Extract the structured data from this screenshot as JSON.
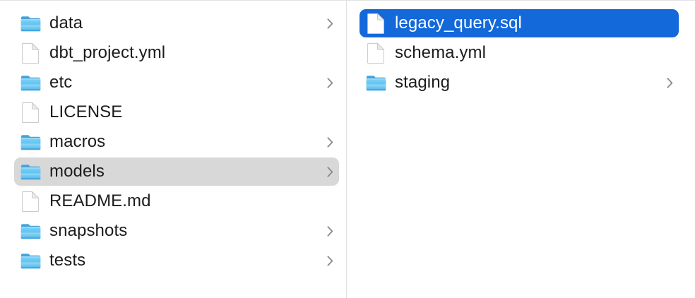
{
  "window": {
    "title": "Finder Column View",
    "view_mode": "column"
  },
  "colors": {
    "selection_active": "#1368da",
    "selection_inactive": "#d8d8d8",
    "text": "#1c1c1e",
    "text_selected": "#ffffff",
    "divider": "#e0e0e0",
    "folder_blue": "#54bdf0",
    "chevron": "#8a8a8e",
    "background": "#ffffff"
  },
  "columns": [
    {
      "name": "parent-column",
      "items": [
        {
          "label": "data",
          "kind": "folder",
          "icon": "folder-icon",
          "has_chevron": true,
          "selected": false,
          "selection_state": "none"
        },
        {
          "label": "dbt_project.yml",
          "kind": "file",
          "icon": "document-icon",
          "has_chevron": false,
          "selected": false,
          "selection_state": "none"
        },
        {
          "label": "etc",
          "kind": "folder",
          "icon": "folder-icon",
          "has_chevron": true,
          "selected": false,
          "selection_state": "none"
        },
        {
          "label": "LICENSE",
          "kind": "file",
          "icon": "document-icon",
          "has_chevron": false,
          "selected": false,
          "selection_state": "none"
        },
        {
          "label": "macros",
          "kind": "folder",
          "icon": "folder-icon",
          "has_chevron": true,
          "selected": false,
          "selection_state": "none"
        },
        {
          "label": "models",
          "kind": "folder",
          "icon": "folder-icon",
          "has_chevron": true,
          "selected": true,
          "selection_state": "inactive"
        },
        {
          "label": "README.md",
          "kind": "file",
          "icon": "document-icon",
          "has_chevron": false,
          "selected": false,
          "selection_state": "none"
        },
        {
          "label": "snapshots",
          "kind": "folder",
          "icon": "folder-icon",
          "has_chevron": true,
          "selected": false,
          "selection_state": "none"
        },
        {
          "label": "tests",
          "kind": "folder",
          "icon": "folder-icon",
          "has_chevron": true,
          "selected": false,
          "selection_state": "none"
        }
      ]
    },
    {
      "name": "child-column",
      "items": [
        {
          "label": "legacy_query.sql",
          "kind": "file",
          "icon": "document-icon",
          "has_chevron": false,
          "selected": true,
          "selection_state": "active"
        },
        {
          "label": "schema.yml",
          "kind": "file",
          "icon": "document-icon",
          "has_chevron": false,
          "selected": false,
          "selection_state": "none"
        },
        {
          "label": "staging",
          "kind": "folder",
          "icon": "folder-icon",
          "has_chevron": true,
          "selected": false,
          "selection_state": "none"
        }
      ]
    }
  ]
}
